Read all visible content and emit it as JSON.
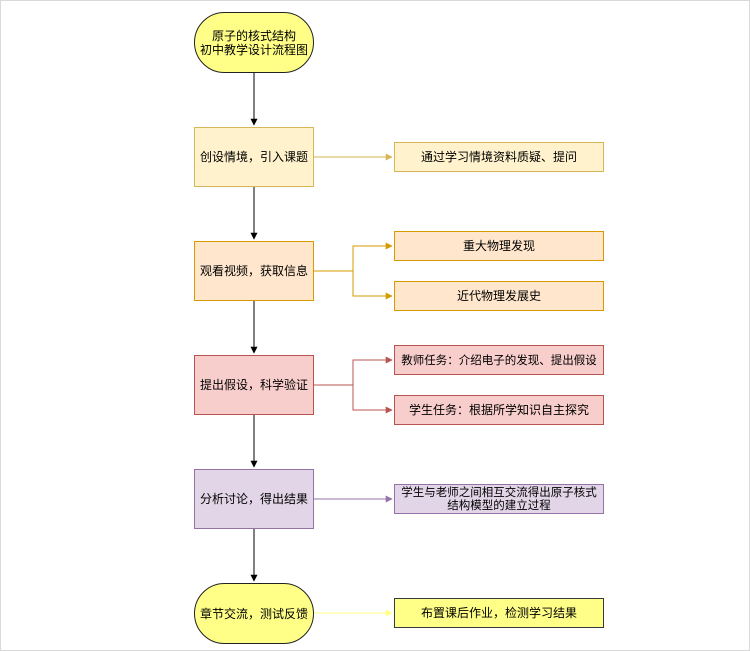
{
  "diagram": {
    "start": {
      "label": "原子的核式结构\n初中教学设计流程图"
    },
    "steps": [
      {
        "label": "创设情境，引入课题",
        "outputs": [
          "通过学习情境资料质疑、提问"
        ]
      },
      {
        "label": "观看视频，获取信息",
        "outputs": [
          "重大物理发现",
          "近代物理发展史"
        ]
      },
      {
        "label": "提出假设，科学验证",
        "outputs": [
          "教师任务：介绍电子的发现、提出假设",
          "学生任务：根据所学知识自主探究"
        ]
      },
      {
        "label": "分析讨论，得出结果",
        "outputs": [
          "学生与老师之间相互交流得出原子核式\n结构模型的建立过程"
        ]
      }
    ],
    "end": {
      "label": "章节交流，测试反馈",
      "outputs": [
        "布置课后作业，检测学习结果"
      ]
    }
  },
  "colors": {
    "main_arrow": "#000000",
    "step1_branch": "#d6b656",
    "step2_branch": "#d79b00",
    "step3_branch": "#b85450",
    "step4_branch": "#9673a6",
    "end_branch": "#ffff88"
  }
}
